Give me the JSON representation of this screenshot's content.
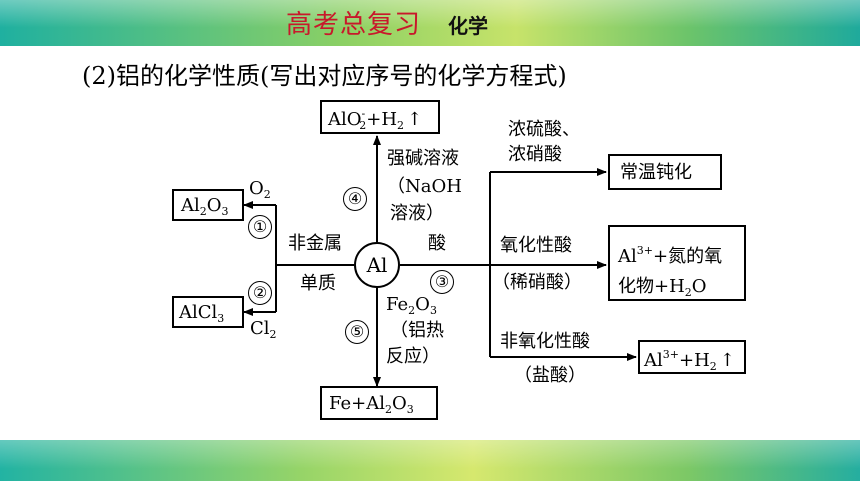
{
  "header": {
    "title": "高考总复习",
    "subject": "化学",
    "accent_color": "#c8192b",
    "band_colors": [
      "#1fb0a0",
      "#8cd064",
      "#c7e36a"
    ]
  },
  "intro_text": "(2)铝的化学性质(写出对应序号的化学方程式)",
  "center": "Al",
  "left_branch": {
    "label_top": "非金属",
    "label_bottom": "单质",
    "upper": {
      "reagent": "O",
      "reagent_sub": "2",
      "number": "①",
      "product_main": "Al",
      "product_sub1": "2",
      "product_mid": "O",
      "product_sub2": "3"
    },
    "lower": {
      "reagent": "Cl",
      "reagent_sub": "2",
      "number": "②",
      "product_main": "AlCl",
      "product_sub": "3"
    }
  },
  "up_branch": {
    "number": "④",
    "reagent_line1": "强碱溶液",
    "reagent_line2": "（NaOH",
    "reagent_line3": "溶液）",
    "product_a": "AlO",
    "product_a_sub": "2",
    "product_a_sup": "-",
    "product_b": "+H",
    "product_b_sub": "2",
    "product_b_arrow": "↑"
  },
  "down_branch": {
    "number": "⑤",
    "reagent_a": "Fe",
    "reagent_a_sub": "2",
    "reagent_b": "O",
    "reagent_b_sub": "3",
    "reagent_line2": "（铝热",
    "reagent_line3": "反应）",
    "product_a": "Fe+Al",
    "product_a_sub": "2",
    "product_b": "O",
    "product_b_sub": "3"
  },
  "right_branch": {
    "label": "酸",
    "number": "③",
    "top": {
      "reagent_line1": "浓硫酸、",
      "reagent_line2": "浓硝酸",
      "product": "常温钝化"
    },
    "middle": {
      "reagent_line1": "氧化性酸",
      "reagent_line2": "（稀硝酸）",
      "product_a": "Al",
      "product_a_sup": "3+",
      "product_b": "+氮的氧",
      "product_line2_a": "化物+H",
      "product_line2_sub": "2",
      "product_line2_b": "O"
    },
    "bottom": {
      "reagent_line1": "非氧化性酸",
      "reagent_line2": "（盐酸）",
      "product_a": "Al",
      "product_a_sup": "3+",
      "product_b": "+H",
      "product_b_sub": "2",
      "product_arrow": "↑"
    }
  }
}
